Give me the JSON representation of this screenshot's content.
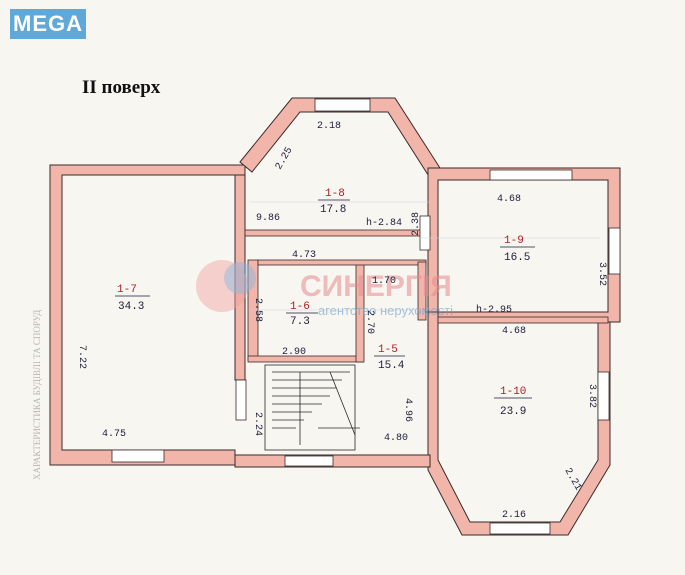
{
  "brand": {
    "logo_text": "MEGA"
  },
  "floor_title": "II поверх",
  "watermark": {
    "name": "СИНЕРГІЯ",
    "sub": "агентство нерухомості"
  },
  "side_stamp": "ХАРАКТЕРИСТИКА БУДІВЛІ ТА СПОРУД",
  "rooms": [
    {
      "id": "1-7",
      "area": "34.3"
    },
    {
      "id": "1-8",
      "area": "17.8"
    },
    {
      "id": "1-9",
      "area": "16.5"
    },
    {
      "id": "1-6",
      "area": "7.3"
    },
    {
      "id": "1-5",
      "area": "15.4"
    },
    {
      "id": "1-10",
      "area": "23.9"
    }
  ],
  "dimensions": {
    "bay_top": "2.18",
    "bay_side": "2.25",
    "hall_depth": "9.86",
    "ceiling_height_1": "h-2.84",
    "hall_short": "2.38",
    "room9_width": "4.68",
    "room9_height": "3.52",
    "hall_width": "4.73",
    "closet": "1.70",
    "ceiling_height_2": "h-2.95",
    "room7_height": "7.22",
    "room7_width": "4.75",
    "room6_height": "2.58",
    "room6_width": "2.90",
    "room5_upper": "2.70",
    "room10_width": "4.68",
    "room10_height": "3.82",
    "stair_depth": "2.24",
    "stair_side": "4.96",
    "stair_width": "4.80",
    "bay2_bottom": "2.16",
    "bay2_side": "2.21"
  }
}
